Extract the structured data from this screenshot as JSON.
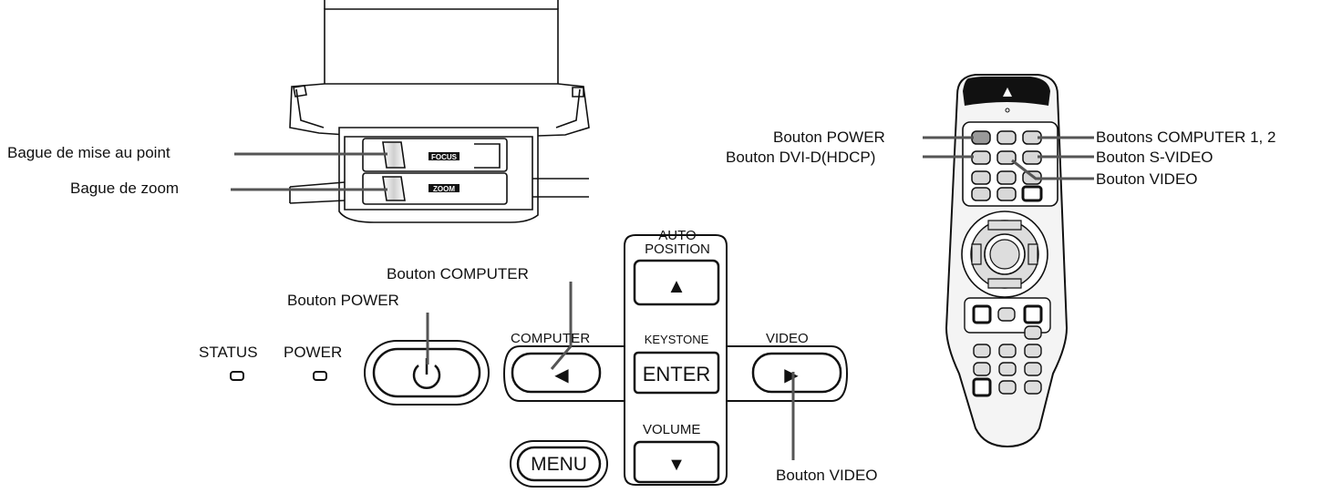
{
  "labels": {
    "focus_ring": "Bague de mise au point",
    "zoom_ring": "Bague de zoom",
    "panel_power_button": "Bouton POWER",
    "panel_computer_button": "Bouton COMPUTER",
    "panel_video_button": "Bouton VIDEO",
    "remote_power_button": "Bouton POWER",
    "remote_dvi_button": "Bouton DVI-D(HDCP)",
    "remote_computer_buttons": "Boutons COMPUTER 1, 2",
    "remote_svideo_button": "Bouton S-VIDEO",
    "remote_video_button": "Bouton VIDEO"
  },
  "lens": {
    "focus_mark": "FOCUS",
    "zoom_mark": "ZOOM"
  },
  "panel": {
    "status_indicator": "STATUS",
    "power_indicator": "POWER",
    "power_symbol": "⏻",
    "auto_position_line1": "AUTO",
    "auto_position_line2": "POSITION",
    "up_arrow": "▲",
    "computer_label": "COMPUTER",
    "left_arrow": "◀",
    "keystone_label": "KEYSTONE",
    "enter_label": "ENTER",
    "video_label": "VIDEO",
    "right_arrow": "▶",
    "volume_label": "VOLUME",
    "down_arrow": "▼",
    "menu_label": "MENU"
  },
  "colors": {
    "line": "#111111",
    "leader": "#555555",
    "remote_body": "#f2f2f2",
    "remote_head": "#111111"
  }
}
